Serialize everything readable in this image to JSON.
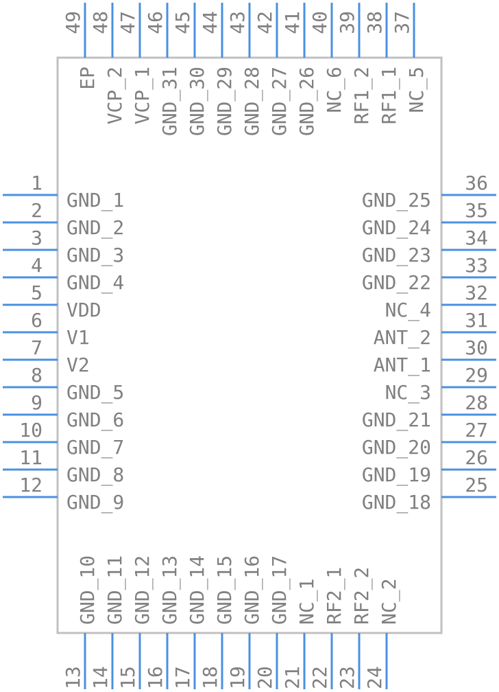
{
  "left_pins": [
    {
      "num": "1",
      "name": "GND_1"
    },
    {
      "num": "2",
      "name": "GND_2"
    },
    {
      "num": "3",
      "name": "GND_3"
    },
    {
      "num": "4",
      "name": "GND_4"
    },
    {
      "num": "5",
      "name": "VDD"
    },
    {
      "num": "6",
      "name": "V1"
    },
    {
      "num": "7",
      "name": "V2"
    },
    {
      "num": "8",
      "name": "GND_5"
    },
    {
      "num": "9",
      "name": "GND_6"
    },
    {
      "num": "10",
      "name": "GND_7"
    },
    {
      "num": "11",
      "name": "GND_8"
    },
    {
      "num": "12",
      "name": "GND_9"
    }
  ],
  "bottom_pins": [
    {
      "num": "13",
      "name": "GND_10"
    },
    {
      "num": "14",
      "name": "GND_11"
    },
    {
      "num": "15",
      "name": "GND_12"
    },
    {
      "num": "16",
      "name": "GND_13"
    },
    {
      "num": "17",
      "name": "GND_14"
    },
    {
      "num": "18",
      "name": "GND_15"
    },
    {
      "num": "19",
      "name": "GND_16"
    },
    {
      "num": "20",
      "name": "GND_17"
    },
    {
      "num": "21",
      "name": "NC_1"
    },
    {
      "num": "22",
      "name": "RF2_1"
    },
    {
      "num": "23",
      "name": "RF2_2"
    },
    {
      "num": "24",
      "name": "NC_2"
    }
  ],
  "right_pins": [
    {
      "num": "36",
      "name": "GND_25"
    },
    {
      "num": "35",
      "name": "GND_24"
    },
    {
      "num": "34",
      "name": "GND_23"
    },
    {
      "num": "33",
      "name": "GND_22"
    },
    {
      "num": "32",
      "name": "NC_4"
    },
    {
      "num": "31",
      "name": "ANT_2"
    },
    {
      "num": "30",
      "name": "ANT_1"
    },
    {
      "num": "29",
      "name": "NC_3"
    },
    {
      "num": "28",
      "name": "GND_21"
    },
    {
      "num": "27",
      "name": "GND_20"
    },
    {
      "num": "26",
      "name": "GND_19"
    },
    {
      "num": "25",
      "name": "GND_18"
    }
  ],
  "top_pins": [
    {
      "num": "49",
      "name": "EP"
    },
    {
      "num": "48",
      "name": "VCP_2"
    },
    {
      "num": "47",
      "name": "VCP_1"
    },
    {
      "num": "46",
      "name": "GND_31"
    },
    {
      "num": "45",
      "name": "GND_30"
    },
    {
      "num": "44",
      "name": "GND_29"
    },
    {
      "num": "43",
      "name": "GND_28"
    },
    {
      "num": "42",
      "name": "GND_27"
    },
    {
      "num": "41",
      "name": "GND_26"
    },
    {
      "num": "40",
      "name": "NC_6"
    },
    {
      "num": "39",
      "name": "RF1_2"
    },
    {
      "num": "38",
      "name": "RF1_1"
    },
    {
      "num": "37",
      "name": "NC_5"
    }
  ],
  "colors": {
    "pin_line": "#4a90e2",
    "text": "#808080",
    "body_outline": "#c0c0c0"
  }
}
